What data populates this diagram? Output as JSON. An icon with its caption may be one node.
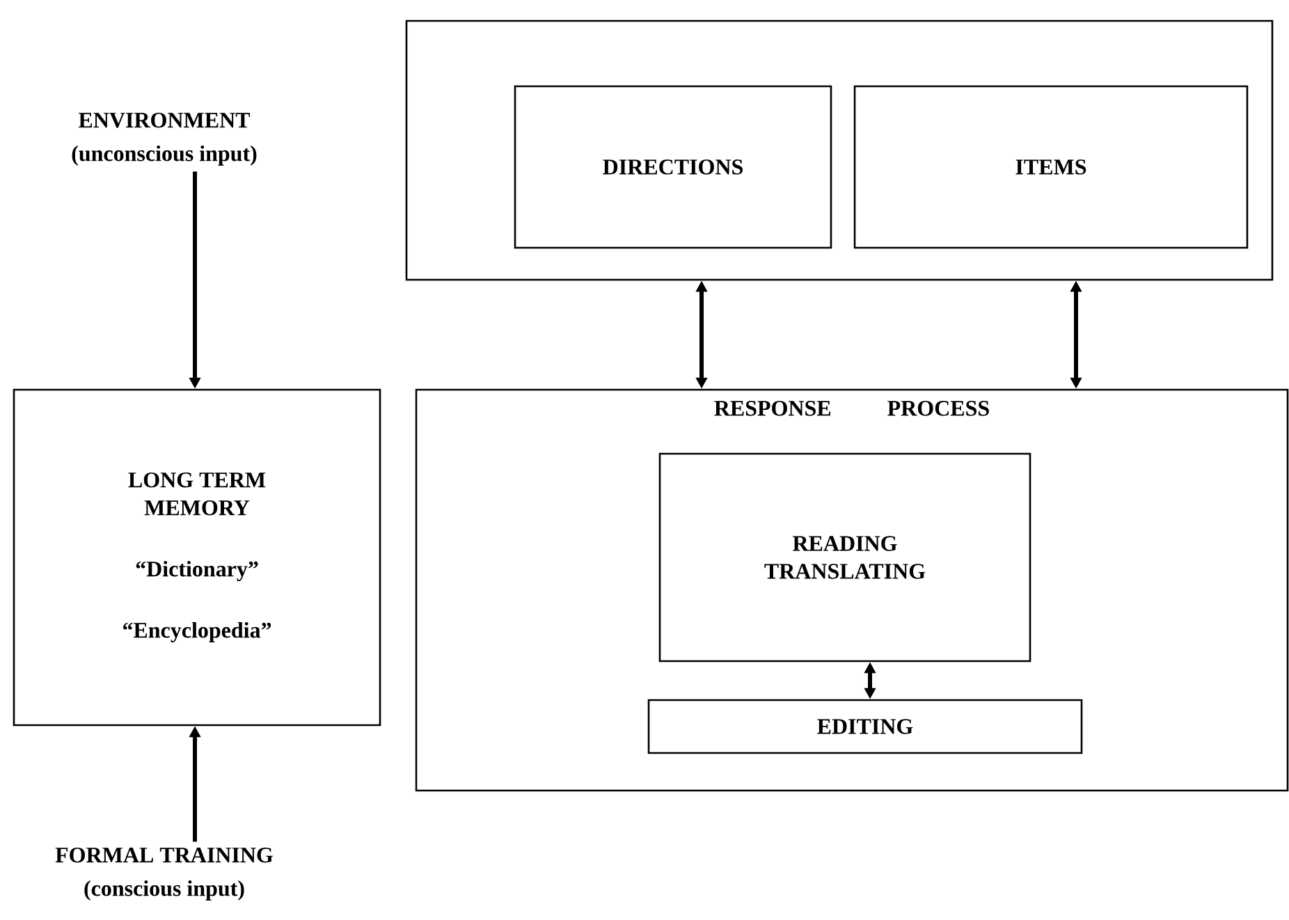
{
  "diagram": {
    "nodes": [
      {
        "text": [
          "ENVIRONMENT",
          "(unconscious input)"
        ]
      },
      {
        "text": [
          "LONG TERM MEMORY",
          "“Dictionary”",
          "“Encyclopedia”"
        ]
      },
      {
        "text": [
          "FORMAL TRAINING",
          "(conscious input)"
        ]
      },
      {
        "text": [],
        "shape": "box"
      },
      {
        "text": [
          "DIRECTIONS"
        ],
        "in": 3
      },
      {
        "text": [
          "ITEMS"
        ],
        "in": 3
      },
      {
        "text": [
          "RESPONSE PROCESS"
        ]
      },
      {
        "text": [
          "READING TRANSLATING"
        ],
        "in": 6
      },
      {
        "text": [
          "EDITING"
        ],
        "in": 6
      }
    ],
    "edges": [
      {
        "from": 0,
        "to": 1,
        "arrow": "to"
      },
      {
        "from": 2,
        "to": 1,
        "arrow": "to"
      },
      {
        "from": 3,
        "to": 6,
        "arrow": "both"
      },
      {
        "from": 3,
        "to": 6,
        "arrow": "both"
      },
      {
        "from": 7,
        "to": 8,
        "arrow": "both"
      }
    ]
  }
}
